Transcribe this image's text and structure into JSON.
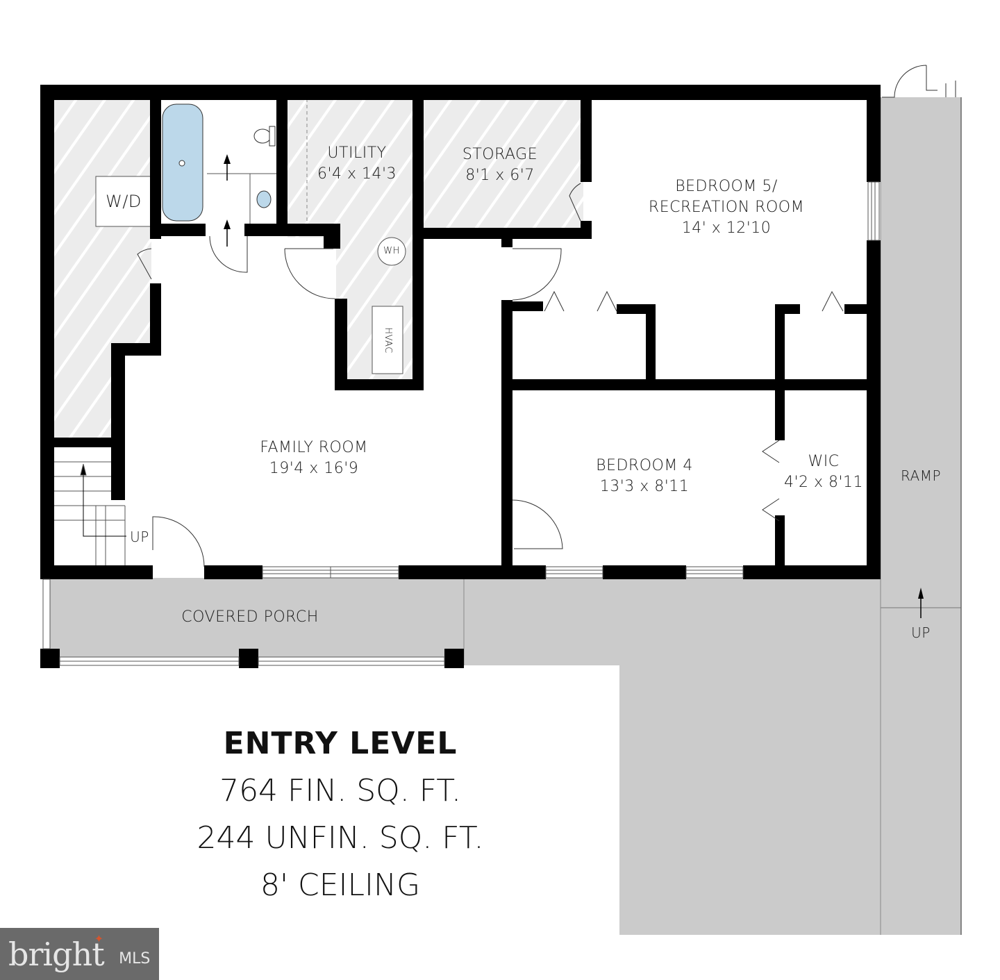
{
  "plan": {
    "level_title": "ENTRY LEVEL",
    "finished_area": "764 FIN. SQ. FT.",
    "unfinished_area": "244 UNFIN. SQ. FT.",
    "ceiling": "8' CEILING",
    "rooms": {
      "utility": {
        "name": "UTILITY",
        "dims": "6'4 x 14'3"
      },
      "storage": {
        "name": "STORAGE",
        "dims": "8'1 x 6'7"
      },
      "bedroom5": {
        "name_line1": "BEDROOM 5/",
        "name_line2": "RECREATION ROOM",
        "dims": "14' x 12'10"
      },
      "family_room": {
        "name": "FAMILY ROOM",
        "dims": "19'4 x 16'9"
      },
      "bedroom4": {
        "name": "BEDROOM 4",
        "dims": "13'3 x 8'11"
      },
      "wic": {
        "name": "WIC",
        "dims": "4'2 x 8'11"
      },
      "covered_porch": {
        "name": "COVERED PORCH"
      },
      "ramp": {
        "name": "RAMP"
      }
    },
    "fixtures": {
      "washer_dryer": "W/D",
      "water_heater": "WH",
      "hvac": "HVAC",
      "stairs_up": "UP",
      "ramp_up": "UP"
    },
    "colors": {
      "wall": "#000000",
      "unfinished_fill": "#ececec",
      "hatch": "#ffffff",
      "exterior_fill": "#c9c9c9",
      "tub": "#bcd8ea"
    }
  },
  "watermark": {
    "brand": "bright",
    "suffix": "MLS",
    "trademark": "™"
  }
}
